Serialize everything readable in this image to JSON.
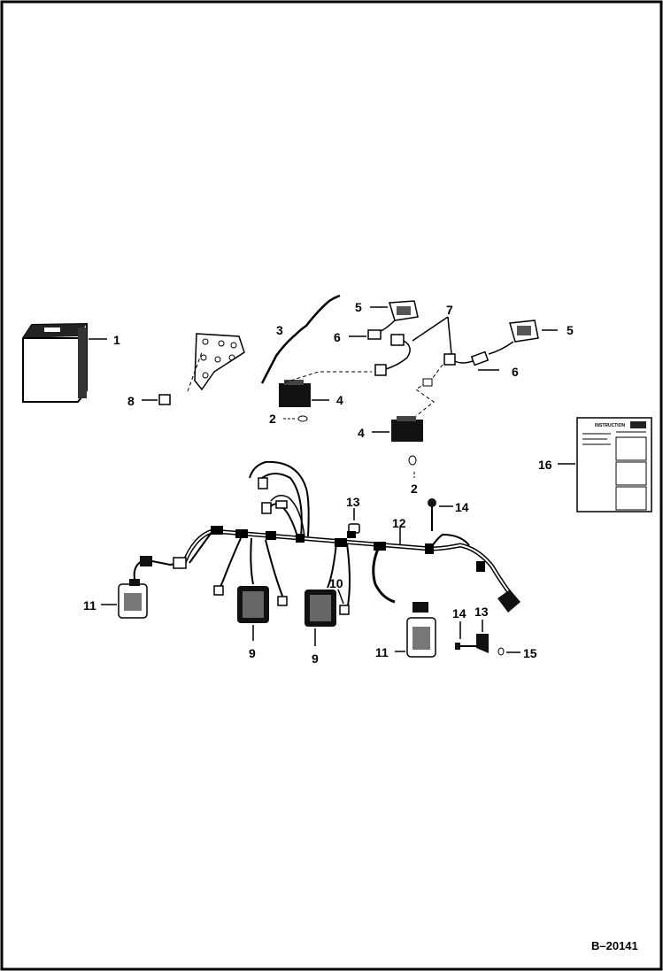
{
  "figure_number": "B–20141",
  "callouts": [
    "1",
    "2",
    "2",
    "3",
    "4",
    "4",
    "5",
    "5",
    "6",
    "6",
    "7",
    "8",
    "9",
    "9",
    "10",
    "11",
    "11",
    "12",
    "13",
    "13",
    "14",
    "14",
    "15",
    "16"
  ],
  "decal": {
    "heading": "INSTRUCTION"
  }
}
